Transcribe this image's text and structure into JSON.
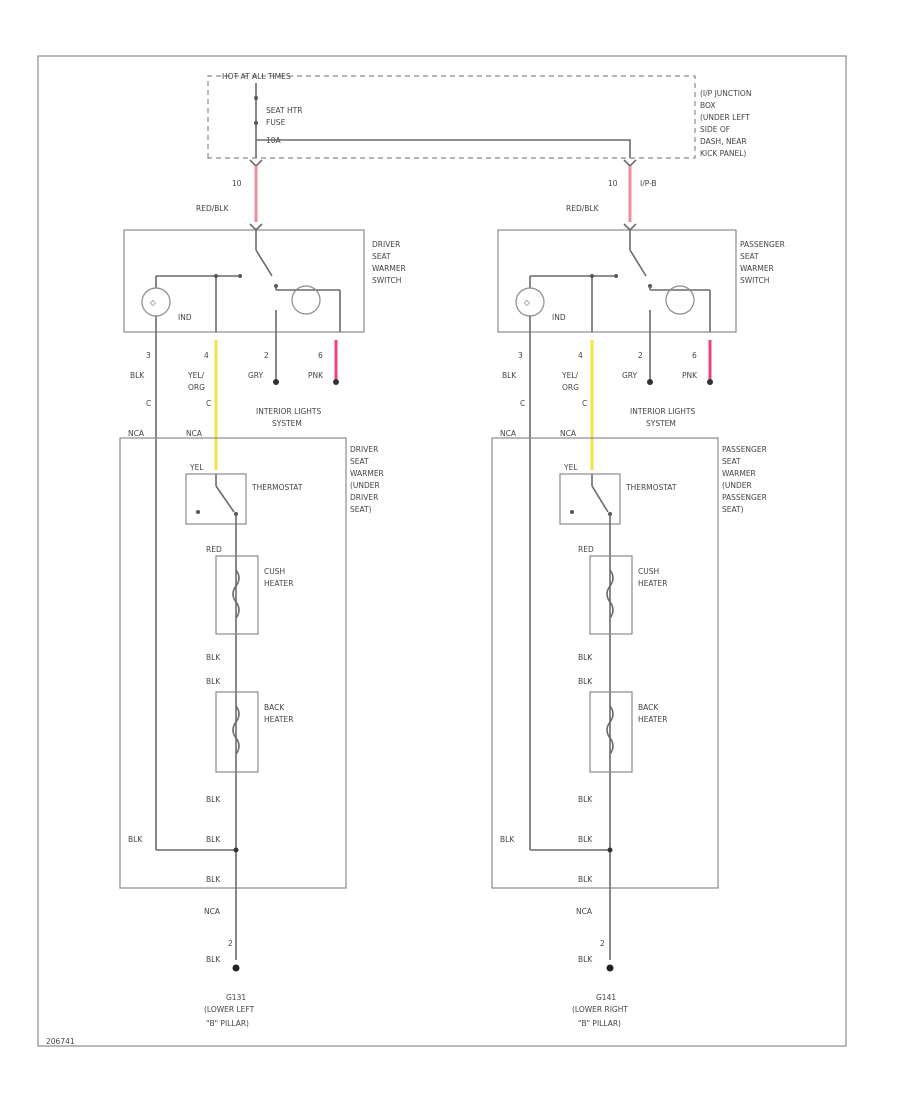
{
  "fuse_block": {
    "hot_label": "HOT AT ALL TIMES",
    "fuse_label_1": "SEAT HTR",
    "fuse_label_2": "FUSE",
    "fuse_label_3": "10A",
    "junction_label": [
      "(I/P JUNCTION",
      "BOX",
      "(UNDER LEFT",
      "SIDE OF",
      "DASH, NEAR",
      "KICK PANEL)"
    ],
    "pin_left": "10",
    "pin_right": "10",
    "connector_right": "I/P-B"
  },
  "left": {
    "feed_wire": "RED/BLK",
    "switch_label": [
      "DRIVER",
      "SEAT",
      "WARMER",
      "SWITCH"
    ],
    "ind_label": "IND",
    "pins": [
      "3",
      "4",
      "2",
      "6"
    ],
    "pin_colors": [
      "BLK",
      "YEL/",
      "GRY",
      "PNK"
    ],
    "pin_color_2": "ORG",
    "lower_pins": [
      "C",
      "C"
    ],
    "nca": "NCA",
    "system_label": [
      "INTERIOR LIGHTS",
      "SYSTEM"
    ],
    "heater_label": [
      "DRIVER",
      "SEAT",
      "WARMER",
      "(UNDER",
      "DRIVER",
      "SEAT)"
    ],
    "thermostat": "THERMOSTAT",
    "yel": "YEL",
    "red": "RED",
    "cush": [
      "CUSH",
      "HEATER"
    ],
    "back": [
      "BACK",
      "HEATER"
    ],
    "blk": "BLK",
    "ground_pin": "2",
    "ground_label": [
      "G131",
      "(LOWER LEFT",
      "\"B\" PILLAR)"
    ]
  },
  "right": {
    "feed_wire": "RED/BLK",
    "switch_label": [
      "PASSENGER",
      "SEAT",
      "WARMER",
      "SWITCH"
    ],
    "ind_label": "IND",
    "pins": [
      "3",
      "4",
      "2",
      "6"
    ],
    "pin_colors": [
      "BLK",
      "YEL/",
      "GRY",
      "PNK"
    ],
    "pin_color_2": "ORG",
    "lower_pins": [
      "C",
      "C"
    ],
    "nca": "NCA",
    "system_label": [
      "INTERIOR LIGHTS",
      "SYSTEM"
    ],
    "heater_label": [
      "PASSENGER",
      "SEAT",
      "WARMER",
      "(UNDER",
      "PASSENGER",
      "SEAT)"
    ],
    "thermostat": "THERMOSTAT",
    "yel": "YEL",
    "red": "RED",
    "cush": [
      "CUSH",
      "HEATER"
    ],
    "back": [
      "BACK",
      "HEATER"
    ],
    "blk": "BLK",
    "ground_pin": "2",
    "ground_label": [
      "G141",
      "(LOWER RIGHT",
      "\"B\" PILLAR)"
    ]
  },
  "footer_code": "206741",
  "colors": {
    "red_wire": "#f08c9a",
    "pink_wire": "#e8457f",
    "yellow_wire": "#f6e04a",
    "line": "#6a6a6a"
  }
}
